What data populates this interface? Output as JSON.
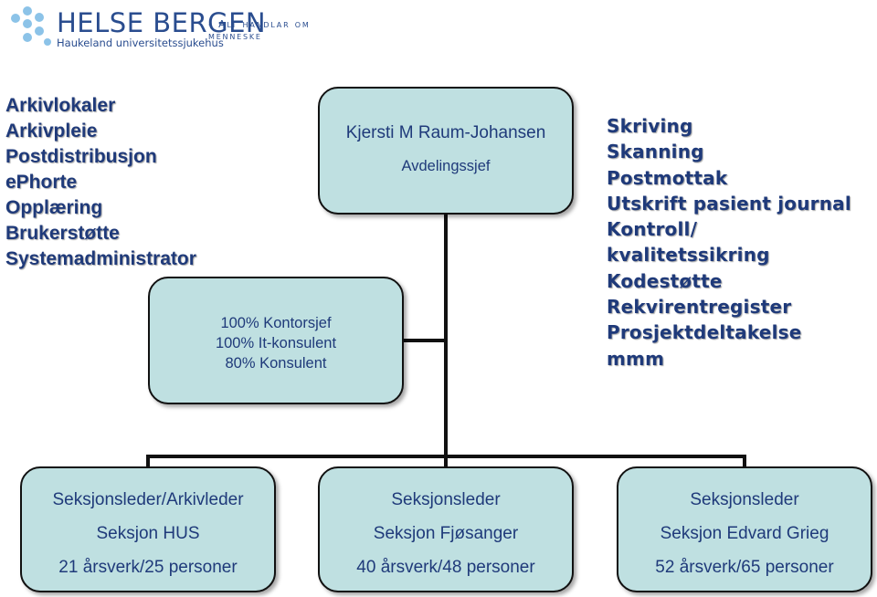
{
  "logo": {
    "name": "HELSE BERGEN",
    "slogan": "- Alt handlar om menneske",
    "subtitle": "Haukeland universitetssjukehus",
    "color": "#2a4d8f",
    "dot_color": "#8cc3e8"
  },
  "left_list": [
    "Arkivlokaler",
    "Arkivpleie",
    "Postdistribusjon",
    "ePhorte",
    "Opplæring",
    "Brukerstøtte",
    "Systemadministrator"
  ],
  "right_list": [
    "Skriving",
    "Skanning",
    "Postmottak",
    "Utskrift pasient journal",
    "Kontroll/",
    "kvalitetssikring",
    "Kodestøtte",
    "Rekvirentregister",
    "Prosjektdeltakelse",
    "mmm"
  ],
  "head": {
    "name": "Kjersti M Raum-Johansen",
    "role": "Avdelingssjef"
  },
  "staff": {
    "lines": [
      "100% Kontorsjef",
      "100% It-konsulent",
      "80% Konsulent"
    ]
  },
  "sections": [
    {
      "title": "Seksjonsleder/Arkivleder",
      "name": "Seksjon HUS",
      "size": "21 årsverk/25 personer"
    },
    {
      "title": "Seksjonsleder",
      "name": "Seksjon Fjøsanger",
      "size": "40 årsverk/48 personer"
    },
    {
      "title": "Seksjonsleder",
      "name": "Seksjon Edvard Grieg",
      "size": "52 årsverk/65 personer"
    }
  ],
  "colors": {
    "box_fill": "#bfe0e1",
    "text": "#1f3a7a",
    "line": "#111111"
  }
}
